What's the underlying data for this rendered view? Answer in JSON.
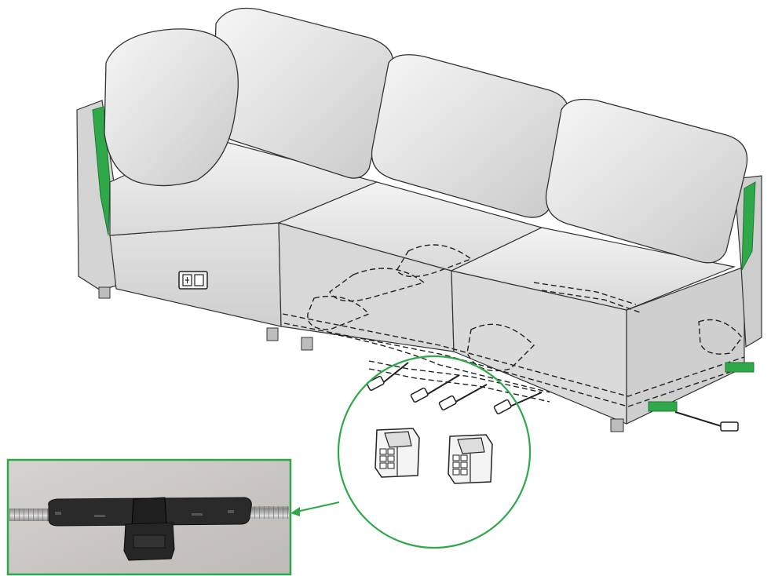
{
  "figure": {
    "subject": "sofa-with-power-module-and-wiring",
    "components": [
      "seat-cushions",
      "back-cushions",
      "side-panels",
      "power-outlet-unit",
      "hidden-wiring-harness",
      "connector-cables",
      "connector-plugs",
      "cable-splitter-photo"
    ],
    "accent_color": "#2fa84a",
    "callout_color": "#2fa84a",
    "outlet_label": "⊞□"
  }
}
